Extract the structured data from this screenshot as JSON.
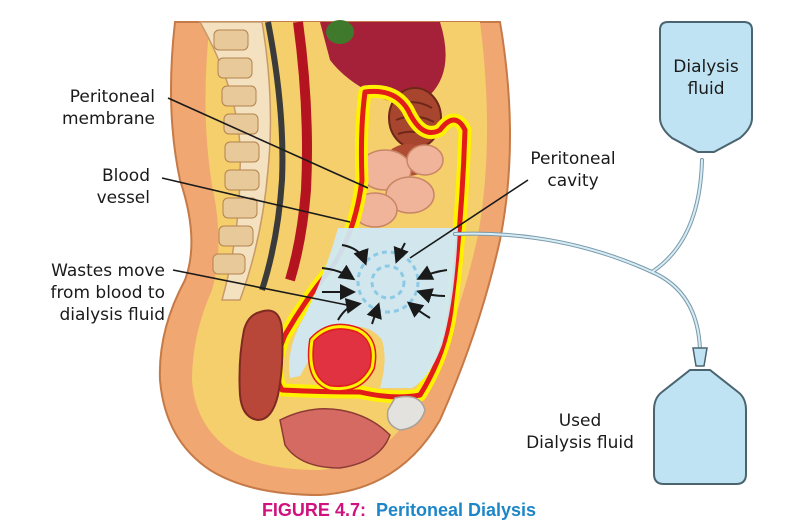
{
  "labels": {
    "peritoneal_membrane": [
      "Peritoneal",
      "membrane"
    ],
    "blood_vessel": [
      "Blood",
      "vessel"
    ],
    "wastes_move": [
      "Wastes move",
      "from blood to",
      "dialysis fluid"
    ],
    "peritoneal_cavity": [
      "Peritoneal",
      "cavity"
    ],
    "dialysis_fluid": [
      "Dialysis",
      "fluid"
    ],
    "used_dialysis_fluid": [
      "Used",
      "Dialysis fluid"
    ]
  },
  "caption": {
    "figure_number": "FIGURE 4.7:",
    "title": "Peritoneal Dialysis"
  },
  "colors": {
    "membrane_outline": "#e21b1b",
    "membrane_highlight": "#fff200",
    "dialysis_fluid": "#cfe8f4",
    "bag_fill": "#bfe3f3",
    "bag_stroke": "#4a6470",
    "caption_number": "#d0117e",
    "caption_title": "#1d86c9"
  }
}
